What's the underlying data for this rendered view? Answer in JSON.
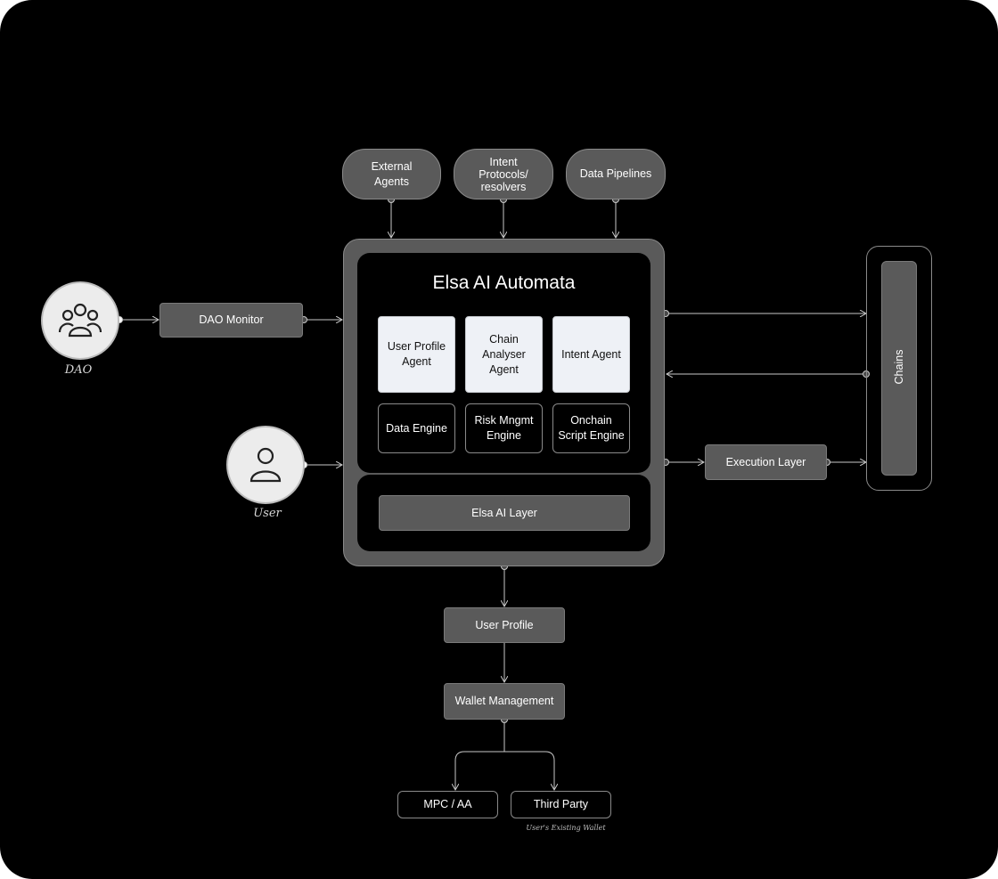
{
  "inputs": {
    "external_agents": "External\nAgents",
    "intent_protocols": "Intent\nProtocols/\nresolvers",
    "data_pipelines": "Data Pipelines"
  },
  "actors": {
    "dao_label": "DAO",
    "user_label": "User",
    "dao_icon": "group-icon",
    "user_icon": "person-icon"
  },
  "dao_monitor": "DAO Monitor",
  "automata": {
    "title": "Elsa AI Automata",
    "agents": [
      "User Profile\nAgent",
      "Chain\nAnalyser\nAgent",
      "Intent Agent"
    ],
    "engines": [
      "Data Engine",
      "Risk Mngmt\nEngine",
      "Onchain\nScript Engine"
    ],
    "layer": "Elsa AI Layer"
  },
  "chains": "Chains",
  "execution_layer": "Execution Layer",
  "user_profile": "User Profile",
  "wallet_management": "Wallet Management",
  "wallets": {
    "mpc": "MPC / AA",
    "third_party": "Third Party",
    "third_party_note": "User's Existing Wallet"
  },
  "colors": {
    "background": "#000000",
    "node_fill": "#5a5a5a",
    "agent_fill": "#eef1f6",
    "line": "#c8c8c8"
  }
}
